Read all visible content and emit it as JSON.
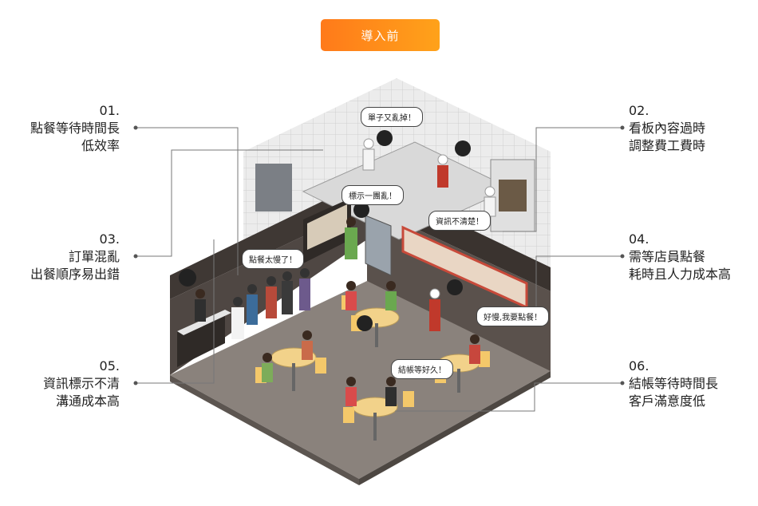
{
  "header": {
    "badge_label": "導入前"
  },
  "annotations": [
    {
      "num": "01.",
      "line1": "點餐等待時間長",
      "line2": "低效率"
    },
    {
      "num": "02.",
      "line1": "看板內容過時",
      "line2": "調整費工費時"
    },
    {
      "num": "03.",
      "line1": "訂單混亂",
      "line2": "出餐順序易出錯"
    },
    {
      "num": "04.",
      "line1": "需等店員點餐",
      "line2": "耗時且人力成本高"
    },
    {
      "num": "05.",
      "line1": "資訊標示不清",
      "line2": "溝通成本高"
    },
    {
      "num": "06.",
      "line1": "結帳等待時間長",
      "line2": "客戶滿意度低"
    }
  ],
  "bubbles": {
    "order_mess": "單子又亂掉！",
    "label_mess": "標示一團亂！",
    "info_unclear": "資訊不清楚！",
    "order_slow": "點餐太慢了！",
    "want_order": "好慢,我要點餐！",
    "checkout_wait": "結帳等好久！"
  },
  "colors": {
    "badge_start": "#ff7a1a",
    "badge_end": "#ffa21a",
    "wall": "#4a423e",
    "floor": "#8a827c",
    "tile": "#e7e7e7"
  }
}
